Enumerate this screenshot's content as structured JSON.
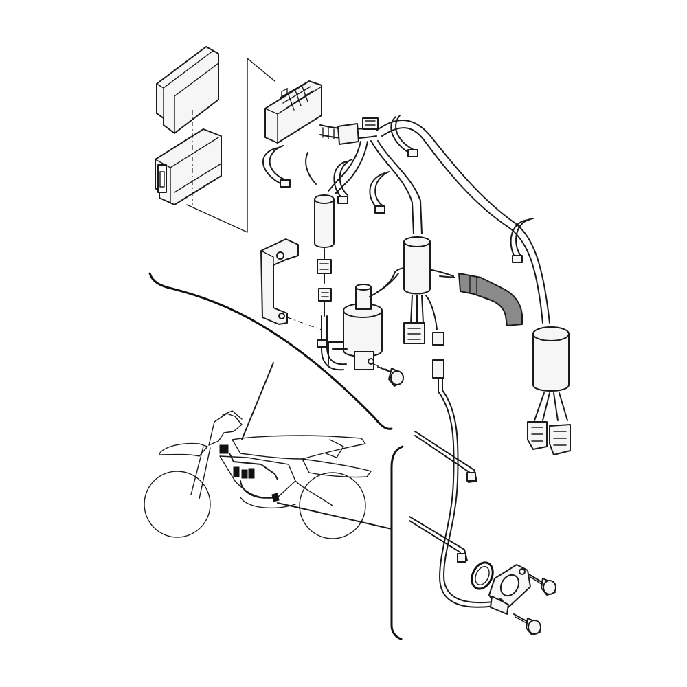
{
  "diagram": {
    "type": "exploded-parts-view",
    "subject": "motorcycle-electrical-components",
    "components": [
      {
        "id": "cdi-unit-cover",
        "icon": "ecu-cover-icon"
      },
      {
        "id": "cdi-unit",
        "icon": "ecu-icon"
      },
      {
        "id": "main-connector",
        "icon": "connector-icon"
      },
      {
        "id": "wire-harness",
        "icon": "harness-icon"
      },
      {
        "id": "harness-band",
        "icon": "cable-band-icon"
      },
      {
        "id": "mounting-bracket",
        "icon": "bracket-icon"
      },
      {
        "id": "ignition-coil",
        "icon": "coil-icon"
      },
      {
        "id": "coil-bolt",
        "icon": "bolt-icon"
      },
      {
        "id": "spark-plug-cap",
        "icon": "plug-cap-icon"
      },
      {
        "id": "rectifier-regulator",
        "icon": "cylinder-unit-icon"
      },
      {
        "id": "cable-tie",
        "icon": "cable-tie-icon"
      },
      {
        "id": "sensor-plate",
        "icon": "sensor-icon"
      },
      {
        "id": "o-ring",
        "icon": "o-ring-icon"
      },
      {
        "id": "screw",
        "icon": "screw-icon"
      },
      {
        "id": "motorcycle-location-view",
        "icon": "motorcycle-icon"
      }
    ],
    "colors": {
      "line": "#1a1a1a",
      "fill": "#f6f6f6",
      "plug_cap": "#8a8a8a",
      "background": "#ffffff"
    }
  }
}
